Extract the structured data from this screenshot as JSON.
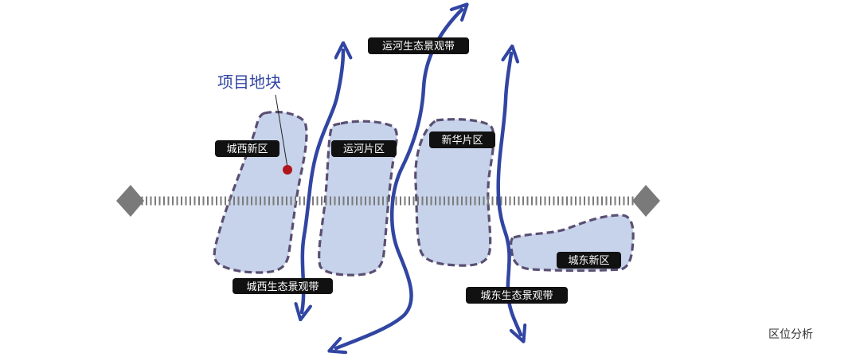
{
  "colors": {
    "zone_fill": "#c6d3ea",
    "zone_stroke": "#5a4f72",
    "river": "#3145a2",
    "axis": "#7a7a7a",
    "label_bg": "#111111",
    "label_text": "#ffffff",
    "site_dot": "#b0151b",
    "site_text": "#3145a2"
  },
  "site": {
    "label": "项目地块"
  },
  "zones": [
    {
      "id": "chengxi",
      "label": "城西新区"
    },
    {
      "id": "yunhe",
      "label": "运河片区"
    },
    {
      "id": "xinhua",
      "label": "新华片区"
    },
    {
      "id": "chengdong",
      "label": "城东新区"
    }
  ],
  "corridors": [
    {
      "id": "chengxi-eco",
      "label": "城西生态景观带"
    },
    {
      "id": "yunhe-eco",
      "label": "运河生态景观带"
    },
    {
      "id": "chengdong-eco",
      "label": "城东生态景观带"
    }
  ],
  "caption": "区位分析"
}
